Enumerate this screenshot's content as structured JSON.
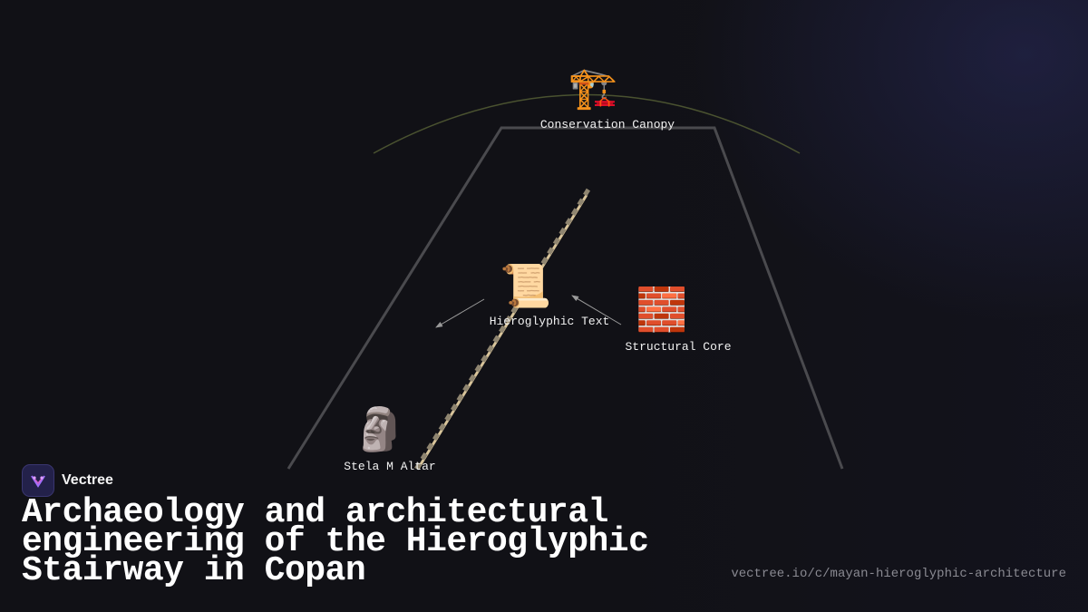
{
  "diagram": {
    "nodes": [
      {
        "id": "canopy",
        "label": "Conservation Canopy",
        "icon": "construction-crane-icon",
        "glyph": "🏗️"
      },
      {
        "id": "text",
        "label": "Hieroglyphic Text",
        "icon": "scroll-icon",
        "glyph": "📜"
      },
      {
        "id": "core",
        "label": "Structural Core",
        "icon": "brick-icon",
        "glyph": "🧱"
      },
      {
        "id": "stela",
        "label": "Stela M Altar",
        "icon": "moai-statue-icon",
        "glyph": "🗿"
      }
    ],
    "colors": {
      "canopy_arc": "#4a5230",
      "outline": "#4a4a4e",
      "stair": "#d8c49a",
      "arrow": "#9a9a9a"
    }
  },
  "brand": {
    "name": "Vectree",
    "logo_icon": "vectree-logo-icon"
  },
  "title": "Archaeology and architectural engineering of the Hieroglyphic Stairway in Copan",
  "url": "vectree.io/c/mayan-hieroglyphic-architecture"
}
